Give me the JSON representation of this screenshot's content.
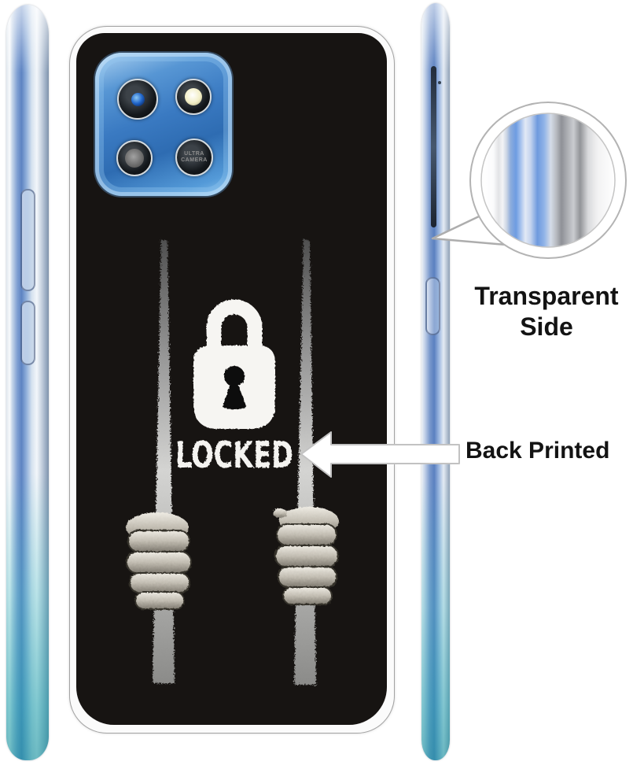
{
  "case_print": {
    "caption": "LOCKED",
    "ultra_label_line1": "ULTRA",
    "ultra_label_line2": "CAMERA"
  },
  "callouts": {
    "transparent_line1": "Transparent",
    "transparent_line2": "Side",
    "back_printed": "Back Printed"
  },
  "colors": {
    "case_print_black": "#171412",
    "camera_module_blue": "#3a7ac2",
    "edge_blue": "#7f9fd2",
    "edge_teal_bottom": "#2aa2ac",
    "padlock_white": "#f6f5f2",
    "annotation_text": "#131313",
    "arrow_fill": "#ffffff"
  }
}
